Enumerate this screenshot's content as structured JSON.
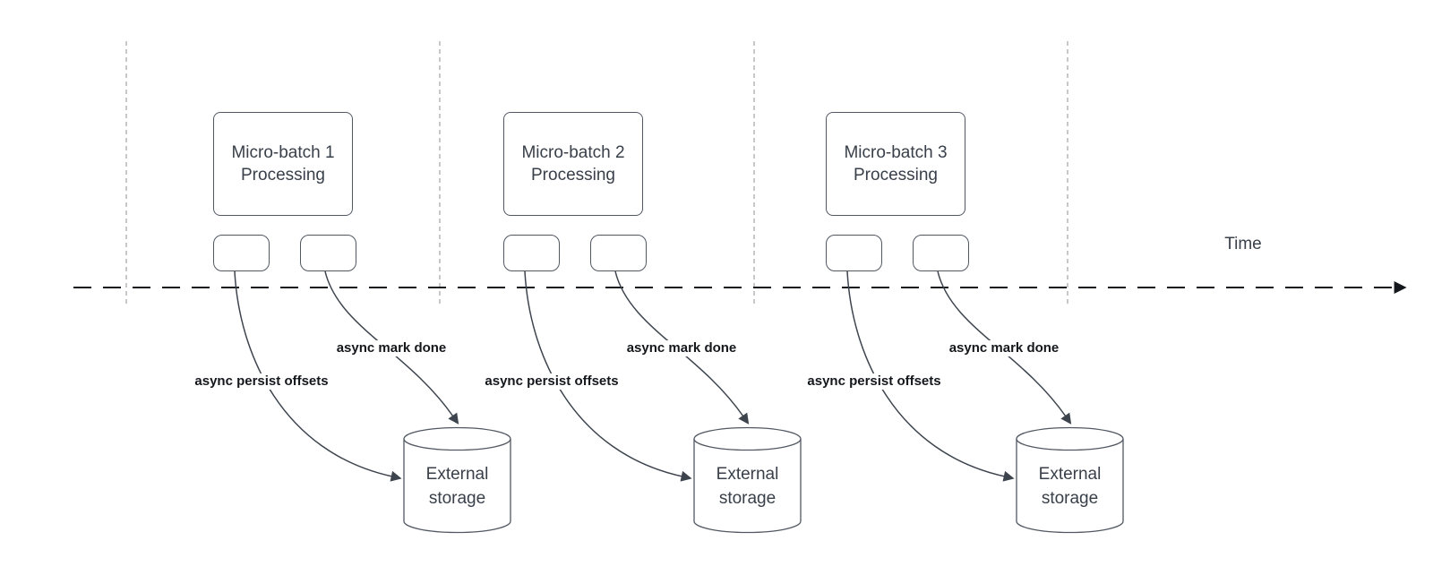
{
  "time_axis": {
    "label": "Time"
  },
  "groups": [
    {
      "box": {
        "line1": "Micro-batch 1",
        "line2": "Processing"
      },
      "persist_label": "async persist offsets",
      "mark_done_label": "async mark done",
      "storage": {
        "line1": "External",
        "line2": "storage"
      }
    },
    {
      "box": {
        "line1": "Micro-batch 2",
        "line2": "Processing"
      },
      "persist_label": "async persist offsets",
      "mark_done_label": "async mark done",
      "storage": {
        "line1": "External",
        "line2": "storage"
      }
    },
    {
      "box": {
        "line1": "Micro-batch 3",
        "line2": "Processing"
      },
      "persist_label": "async persist offsets",
      "mark_done_label": "async mark done",
      "storage": {
        "line1": "External",
        "line2": "storage"
      }
    }
  ],
  "colors": {
    "background": "#ffffff",
    "shape_stroke": "#515862",
    "curve_stroke": "#3d444e",
    "text": "#394049",
    "label_text": "#14171c",
    "axis": "#14171c",
    "gridline": "#b4b6b9"
  }
}
